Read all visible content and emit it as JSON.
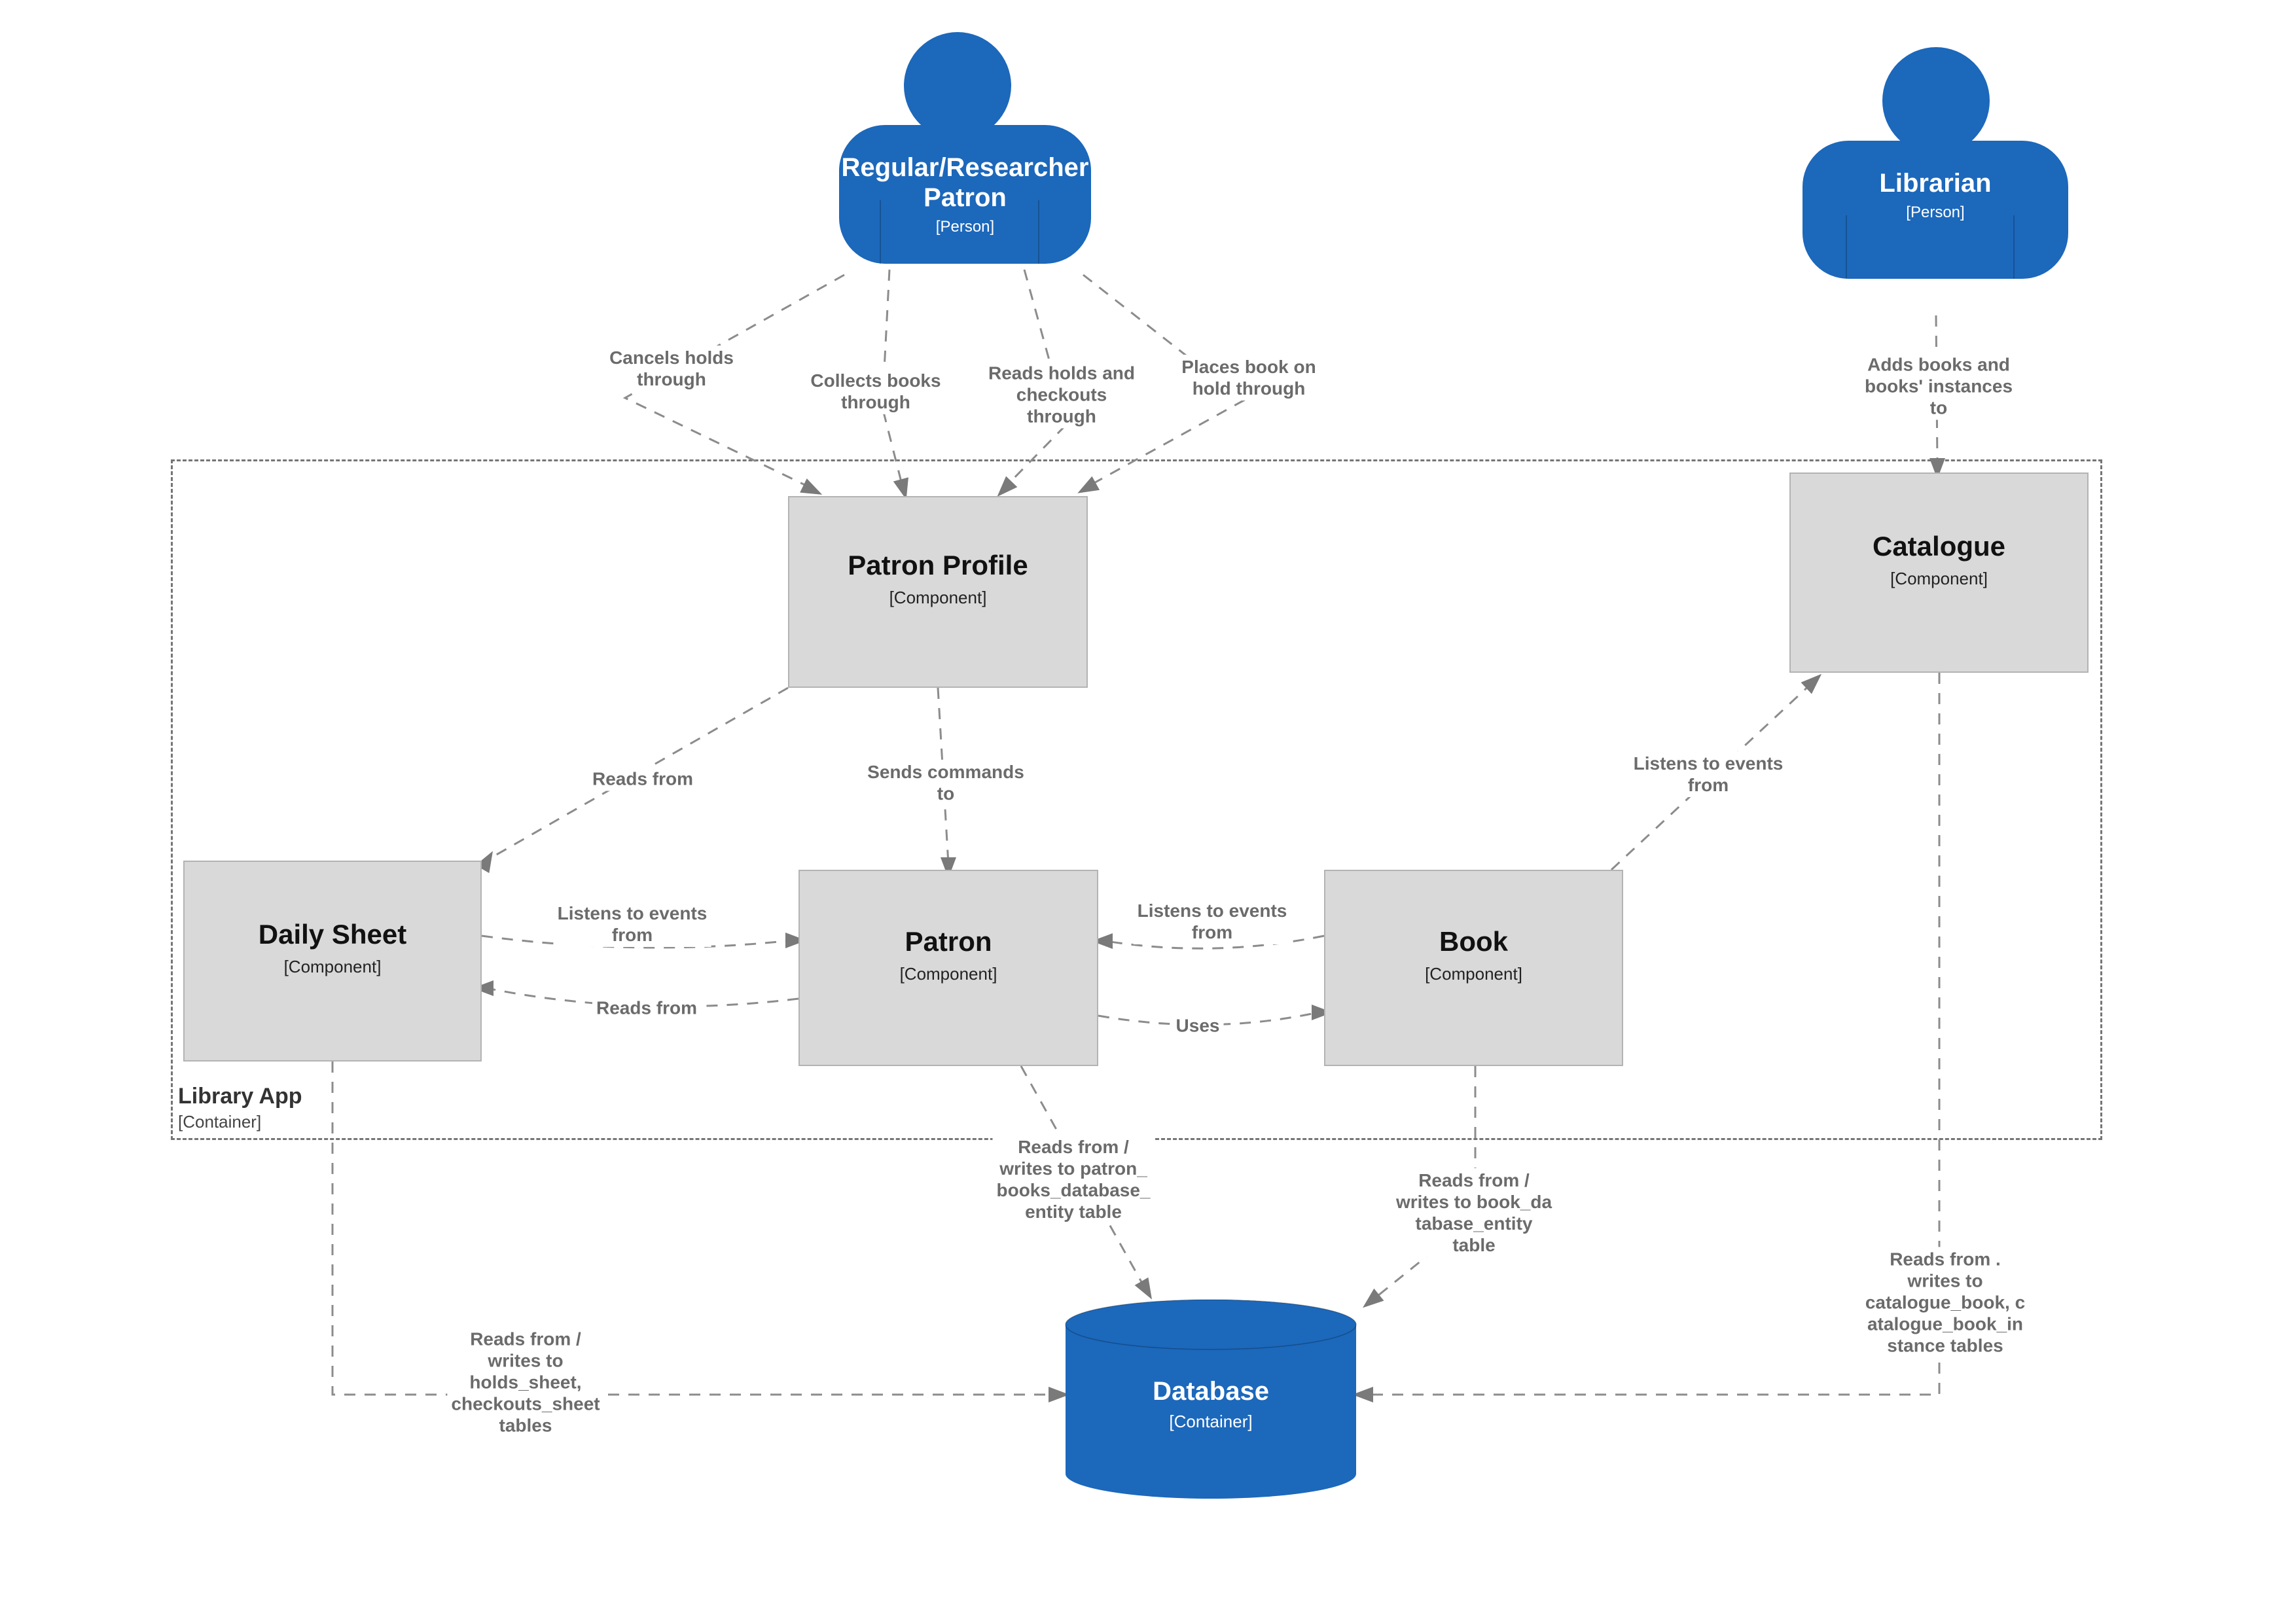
{
  "nodes": {
    "patron_person": {
      "name": "Regular/Researcher\nPatron",
      "type": "[Person]"
    },
    "librarian": {
      "name": "Librarian",
      "type": "[Person]"
    },
    "patron_profile": {
      "name": "Patron Profile",
      "type": "[Component]"
    },
    "catalogue": {
      "name": "Catalogue",
      "type": "[Component]"
    },
    "daily_sheet": {
      "name": "Daily Sheet",
      "type": "[Component]"
    },
    "patron": {
      "name": "Patron",
      "type": "[Component]"
    },
    "book": {
      "name": "Book",
      "type": "[Component]"
    },
    "database": {
      "name": "Database",
      "type": "[Container]"
    }
  },
  "boundary": {
    "title": "Library App",
    "type": "[Container]"
  },
  "edge_labels": {
    "cancels": "Cancels holds\nthrough",
    "collects": "Collects books\nthrough",
    "reads_holds": "Reads holds and\ncheckouts\nthrough",
    "places": "Places book on\nhold through",
    "adds_books": "Adds books and\nbooks' instances\nto",
    "sends_commands": "Sends commands\nto",
    "reads_from_upper": "Reads from",
    "listens_ds_patron": "Listens to events\nfrom",
    "reads_from_lower": "Reads from",
    "listens_book_patron": "Listens to events\nfrom",
    "uses": "Uses",
    "listens_book_catalogue": "Listens to events\nfrom",
    "patron_db": "Reads from /\nwrites to patron_\nbooks_database_\nentity table",
    "book_db": "Reads from /\nwrites to book_da\ntabase_entity\ntable",
    "catalogue_db": "Reads from .\nwrites to\ncatalogue_book, c\natalogue_book_in\nstance tables",
    "daily_db": "Reads from /\nwrites to\nholds_sheet,\ncheckouts_sheet\ntables"
  },
  "colors": {
    "person_blue": "#1c68bb",
    "component_fill": "#d9d9d9",
    "component_border": "#b3b3b3",
    "edge_gray": "#8c8c8c",
    "label_gray": "#6b6b6b"
  }
}
